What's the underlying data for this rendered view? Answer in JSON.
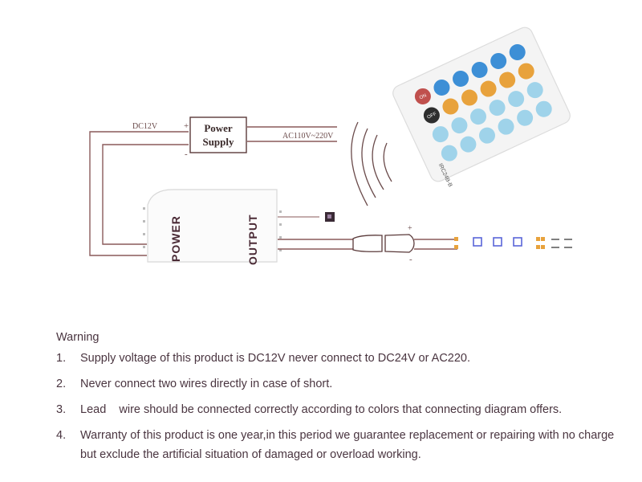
{
  "diagram": {
    "power_supply_label_line1": "Power",
    "power_supply_label_line2": "Supply",
    "dc_label": "DC12V",
    "ac_label": "AC110V~220V",
    "plus_sign": "+",
    "minus_sign": "-",
    "controller_power_label": "POWER",
    "controller_output_label": "OUTPUT",
    "remote_model_label": "IRC24B-B",
    "remote_on_label": "ON",
    "remote_off_label": "OFF",
    "colors": {
      "wire": "#8a5a5a",
      "remote_red": "#c0504d",
      "remote_orange": "#e8a23c",
      "remote_blue": "#3d8fd6",
      "remote_lightblue": "#9fd3ea",
      "remote_dark": "#2e2e2e",
      "led_blue": "#5a66d8",
      "led_pad": "#e8a23c"
    }
  },
  "warning": {
    "title": "Warning",
    "items": [
      {
        "num": "1.",
        "text": "Supply voltage of this product is DC12V never connect to DC24V or AC220."
      },
      {
        "num": "2.",
        "text": "Never connect two wires directly in case of short."
      },
      {
        "num": "3.",
        "text": "Lead    wire should be connected correctly according to colors that connecting diagram offers."
      },
      {
        "num": "4.",
        "text": "Warranty of this product is one year,in this period we guarantee replacement or repairing with no charge but exclude the artificial situation of damaged or overload working."
      }
    ]
  }
}
